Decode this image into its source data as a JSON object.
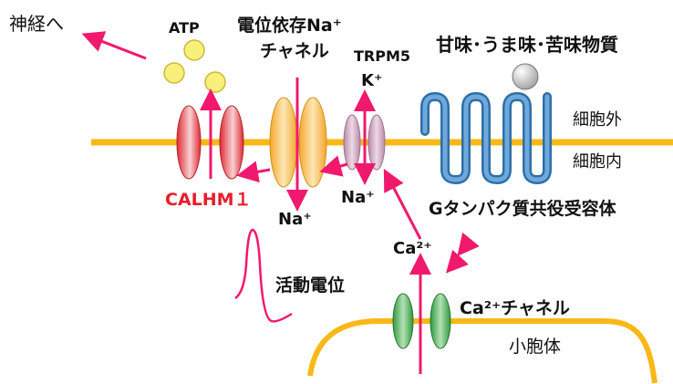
{
  "labels": {
    "nerve": "神経へ",
    "atp": "ATP",
    "navchannel_line1": "電位依存Na⁺",
    "navchannel_line2": "チャネル",
    "trpm5": "TRPM5",
    "k_ion": "K⁺",
    "taste_substances": "甘味･うま味･苦味物質",
    "extracellular": "細胞外",
    "intracellular": "細胞内",
    "calhm1": "CALHM１",
    "na_ion_1": "Na⁺",
    "na_ion_2": "Na⁺",
    "gpcr": "Gタンパク質共役受容体",
    "ca_ion": "Ca²⁺",
    "action_potential": "活動電位",
    "ca_channel": "Ca²⁺チャネル",
    "er": "小胞体"
  },
  "colors": {
    "membrane": "#f8b817",
    "arrow": "#f0196d",
    "calhm": "#e8373f",
    "nav": "#f6b437",
    "trpm": "#c69bb6",
    "gpcr": "#3f86c6",
    "ca_channel": "#3fab4f",
    "atp_fill": "#f8f07a",
    "calhm_text": "#e61e2b"
  }
}
